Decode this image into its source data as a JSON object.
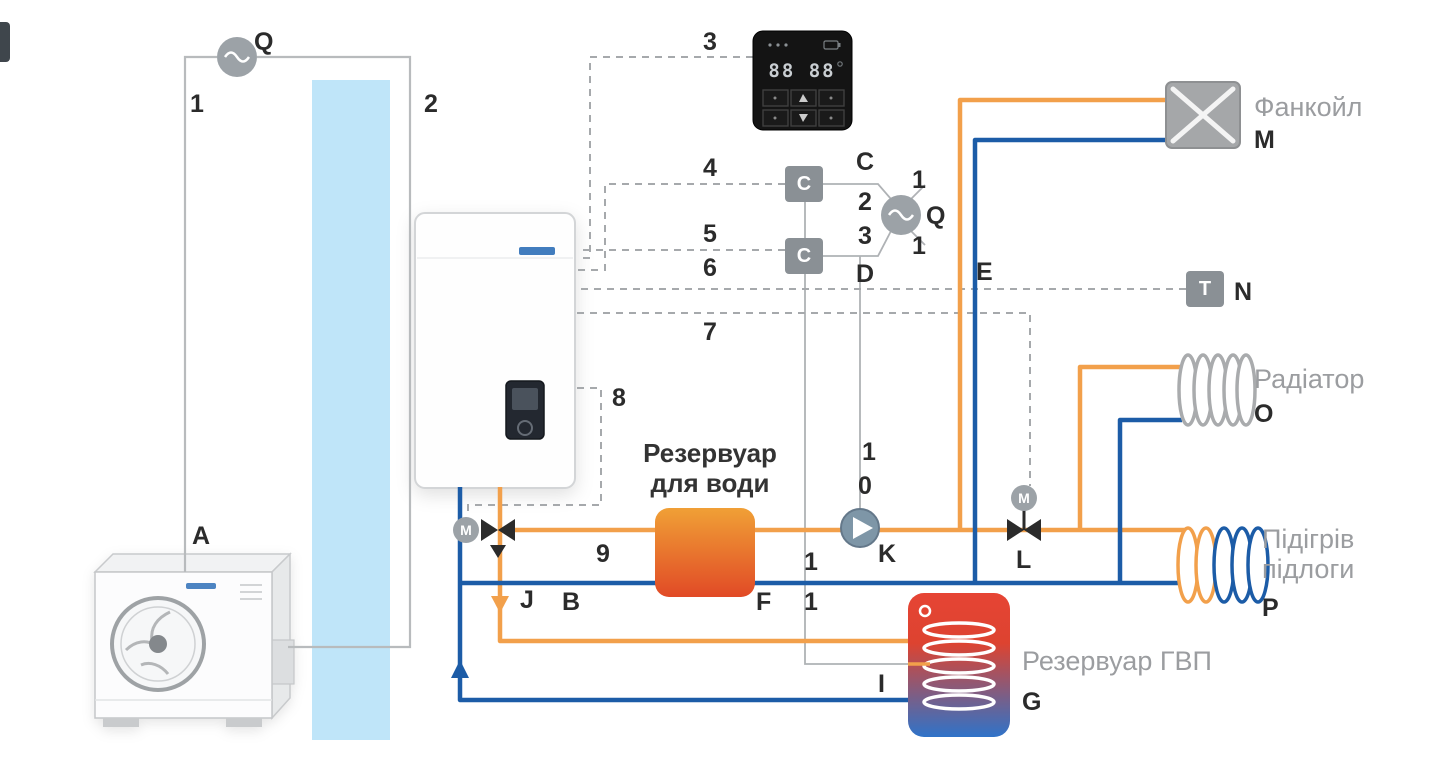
{
  "colors": {
    "pipe-orange": "#F2A04B",
    "pipe-blue": "#1C5CA7",
    "wall-blue": "#BFE5F9",
    "wire-gray": "#B8BBBD",
    "thin-gray": "#AFB2B5",
    "dash-gray": "#A6A9AC",
    "box-gray": "#8A9095",
    "sym-gray": "#9CA2A7",
    "label-dark": "#2B2B2B",
    "label-gray": "#9B9DA0",
    "tank-orange-top": "#F0A036",
    "tank-orange-bottom": "#E14A26",
    "dhw-red": "#E64434",
    "dhw-blue": "#2F73C9"
  },
  "labels": {
    "d0": "0",
    "d1": "1",
    "d2": "2",
    "d3": "3",
    "d4": "4",
    "d5": "5",
    "d6": "6",
    "d7": "7",
    "d8": "8",
    "d9": "9",
    "A": "A",
    "B": "B",
    "C": "C",
    "D": "D",
    "E": "E",
    "F": "F",
    "G": "G",
    "I": "I",
    "J": "J",
    "K": "K",
    "L": "L",
    "M": "M",
    "N": "N",
    "O": "O",
    "P": "P",
    "Q": "Q",
    "T": "T"
  },
  "texts": {
    "fan_coil": "Фанкойл",
    "radiator": "Радіатор",
    "floor_line1": "Підігрів",
    "floor_line2": "підлоги",
    "water_tank_line1": "Резервуар",
    "water_tank_line2": "для води",
    "dhw_tank": "Резервуар ГВП",
    "thermostat_display": "88 88"
  }
}
